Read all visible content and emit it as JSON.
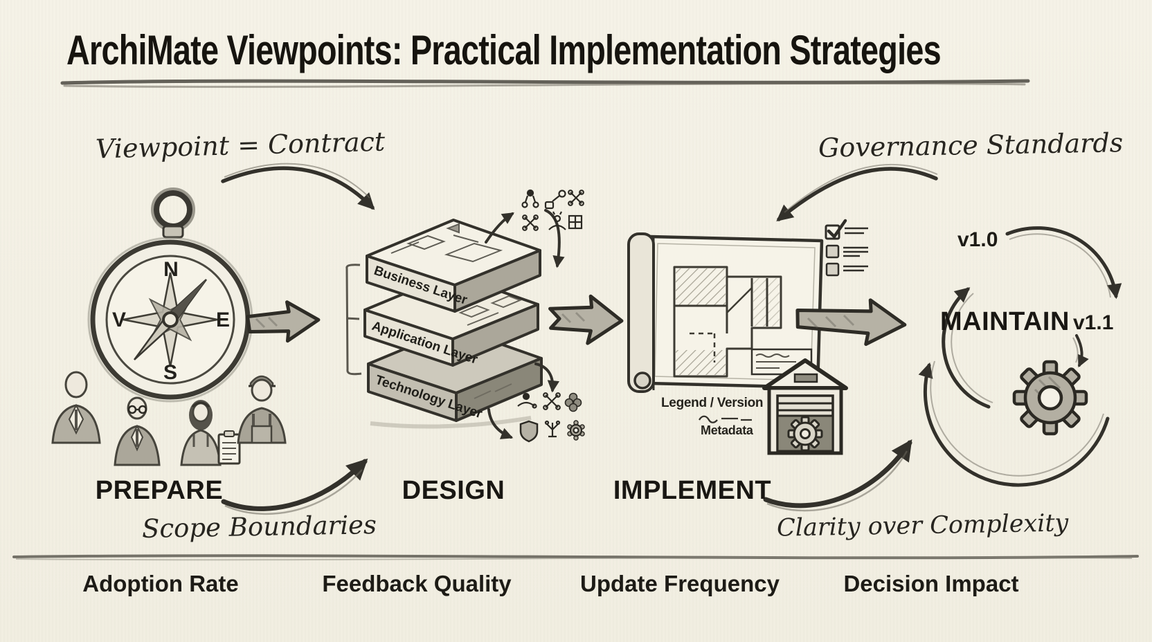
{
  "title": "ArchiMate Viewpoints: Practical Implementation Strategies",
  "annotations": {
    "viewpoint_contract": "Viewpoint = Contract",
    "governance_standards": "Governance Standards",
    "scope_boundaries": "Scope Boundaries",
    "clarity_over_complexity": "Clarity over Complexity"
  },
  "stages": {
    "prepare": "PREPARE",
    "design": "DESIGN",
    "implement": "IMPLEMENT",
    "maintain": "MAINTAIN"
  },
  "compass": {
    "north": "N",
    "east": "E",
    "south": "S",
    "west": "V"
  },
  "layers": [
    {
      "label": "Business Layer"
    },
    {
      "label": "Application Layer"
    },
    {
      "label": "Technology Layer"
    }
  ],
  "blueprint": {
    "legend": "Legend / Version",
    "metadata": "Metadata"
  },
  "versions": {
    "initial": "v1.0",
    "next": "v1.1"
  },
  "metrics": [
    "Adoption Rate",
    "Feedback Quality",
    "Update Frequency",
    "Decision Impact"
  ],
  "colors": {
    "paper": "#f3f0e4",
    "ink": "#2b2923",
    "pencil": "#55524a",
    "shade": "#b6b2a5"
  }
}
